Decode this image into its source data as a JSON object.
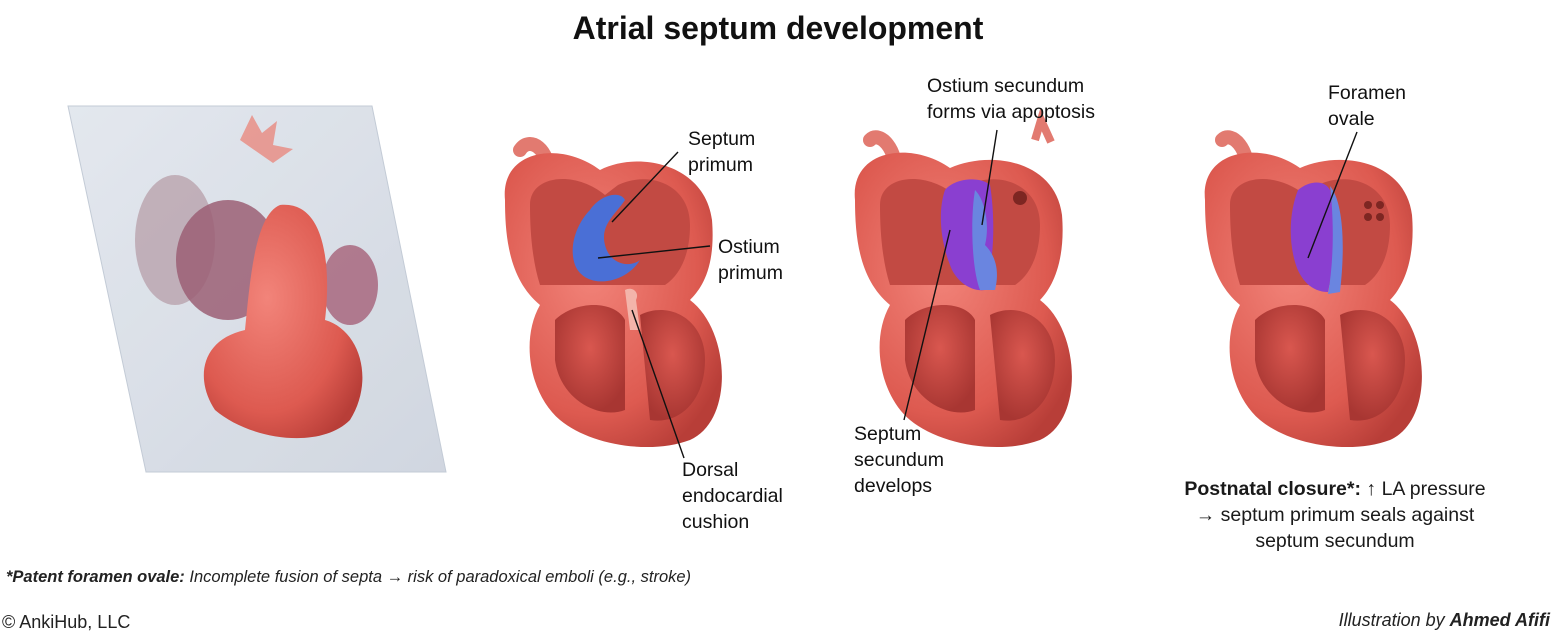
{
  "title": "Atrial septum development",
  "labels": {
    "septum_primum": [
      "Septum",
      "primum"
    ],
    "ostium_primum": [
      "Ostium",
      "primum"
    ],
    "dorsal_cushion": [
      "Dorsal",
      "endocardial",
      "cushion"
    ],
    "ostium_secundum": [
      "Ostium secundum",
      "forms via apoptosis"
    ],
    "septum_secundum": [
      "Septum",
      "secundum",
      "develops"
    ],
    "foramen_ovale": [
      "Foramen",
      "ovale"
    ]
  },
  "closure": {
    "bold": "Postnatal closure*:",
    "line1_rest": " ↑ LA pressure",
    "line2": "→ septum primum seals against",
    "line3": "septum secundum"
  },
  "note": {
    "bold": "*Patent foramen ovale:",
    "rest": " Incomplete fusion of septa → risk of paradoxical emboli (e.g., stroke)"
  },
  "copyright": "© AnkiHub, LLC",
  "credit": {
    "prefix": "Illustration by ",
    "name": "Ahmed Afifi"
  },
  "colors": {
    "heart_red": "#e0645a",
    "heart_light": "#f1a190",
    "myocardium_inner": "#c8463f",
    "septum_blue": "#4a6fd6",
    "septum_purple": "#8a3fd0"
  }
}
